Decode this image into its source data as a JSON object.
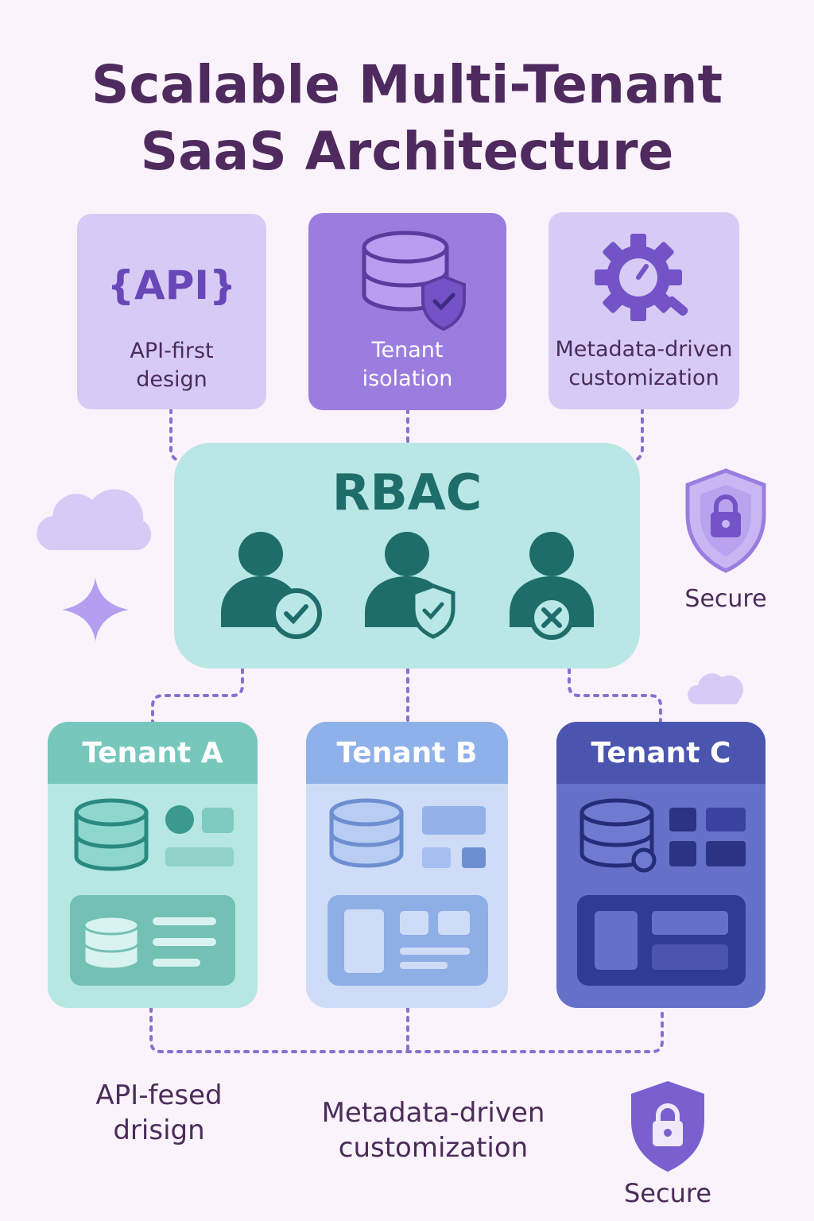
{
  "title": {
    "line1": "Scalable Multi-Tenant",
    "line2": "SaaS Architecture"
  },
  "features": [
    {
      "label_line1": "API-first",
      "label_line2": "design",
      "icon": "api-braces-icon",
      "icon_text": "{API}"
    },
    {
      "label_line1": "Tenant",
      "label_line2": "isolation",
      "icon": "database-shield-icon"
    },
    {
      "label_line1": "Metadata-driven",
      "label_line2": "customization",
      "icon": "gear-gauge-icon"
    }
  ],
  "rbac": {
    "title": "RBAC",
    "users": [
      {
        "icon": "user-check-icon"
      },
      {
        "icon": "user-shield-icon"
      },
      {
        "icon": "user-denied-icon"
      }
    ]
  },
  "secure_badge_top": {
    "label": "Secure",
    "icon": "shield-lock-icon"
  },
  "tenants": [
    {
      "name": "Tenant A",
      "header_color": "#77c7bd",
      "body_color": "#b6e7e2"
    },
    {
      "name": "Tenant B",
      "header_color": "#8fb1ea",
      "body_color": "#cfdcf7"
    },
    {
      "name": "Tenant C",
      "header_color": "#4b55b0",
      "body_color": "#6571c8"
    }
  ],
  "bottom": {
    "left_line1": "API-fesed",
    "left_line2": "drisign",
    "middle_line1": "Metadata-driven",
    "middle_line2": "customization",
    "secure_label": "Secure"
  },
  "colors": {
    "background": "#fbf3fb",
    "title": "#4e2a5e",
    "purple_light": "#d7cbf6",
    "purple_mid": "#9b7de0",
    "teal": "#b8e7e5",
    "teal_dark": "#1f6d6b",
    "connector": "#8a6fd0"
  }
}
